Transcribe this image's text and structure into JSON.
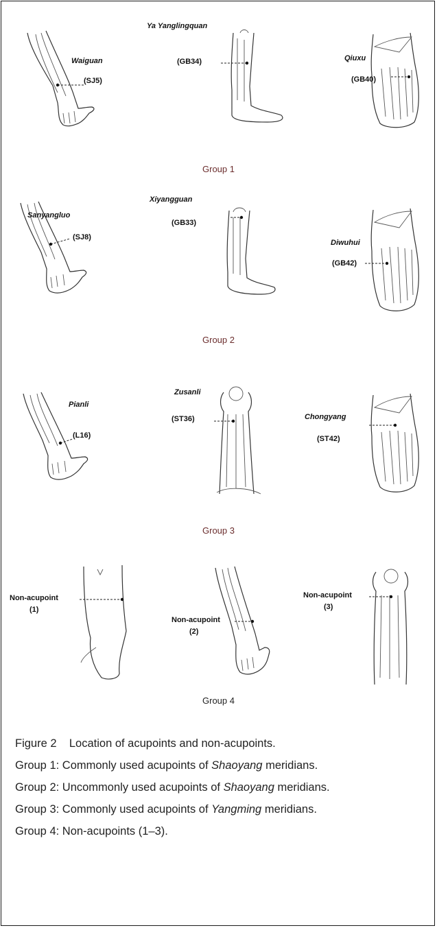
{
  "groups": [
    {
      "label": "Group 1",
      "panels": [
        {
          "name": "Waiguan",
          "code": "(SJ5)",
          "limb": "arm"
        },
        {
          "name": "Ya Yanglingquan",
          "code": "(GB34)",
          "limb": "leg"
        },
        {
          "name": "Qiuxu",
          "code": "(GB40)",
          "limb": "foot"
        }
      ]
    },
    {
      "label": "Group 2",
      "panels": [
        {
          "name": "Sanyangluo",
          "code": "(SJ8)",
          "limb": "arm"
        },
        {
          "name": "Xiyangguan",
          "code": "(GB33)",
          "limb": "leg"
        },
        {
          "name": "Diwuhui",
          "code": "(GB42)",
          "limb": "foot"
        }
      ]
    },
    {
      "label": "Group 3",
      "panels": [
        {
          "name": "Pianli",
          "code": "(L16)",
          "limb": "arm"
        },
        {
          "name": "Zusanli",
          "code": "(ST36)",
          "limb": "shin"
        },
        {
          "name": "Chongyang",
          "code": "(ST42)",
          "limb": "foot"
        }
      ]
    },
    {
      "label": "Group 4",
      "panels": [
        {
          "name": "Non-acupoint",
          "code": "(1)",
          "limb": "arm-outline"
        },
        {
          "name": "Non-acupoint",
          "code": "(2)",
          "limb": "arm"
        },
        {
          "name": "Non-acupoint",
          "code": "(3)",
          "limb": "shin"
        }
      ]
    }
  ],
  "caption": {
    "title": "Figure 2    Location of acupoints and non-acupoints.",
    "line1_pre": "Group 1: Commonly used acupoints of ",
    "line1_em": "Shaoyang",
    "line1_post": " meridians.",
    "line2_pre": "Group 2: Uncommonly used acupoints of ",
    "line2_em": "Shaoyang",
    "line2_post": " meridians.",
    "line3_pre": "Group 3: Commonly used acupoints of ",
    "line3_em": "Yangming",
    "line3_post": " meridians.",
    "line4": "Group 4: Non-acupoints (1–3)."
  }
}
